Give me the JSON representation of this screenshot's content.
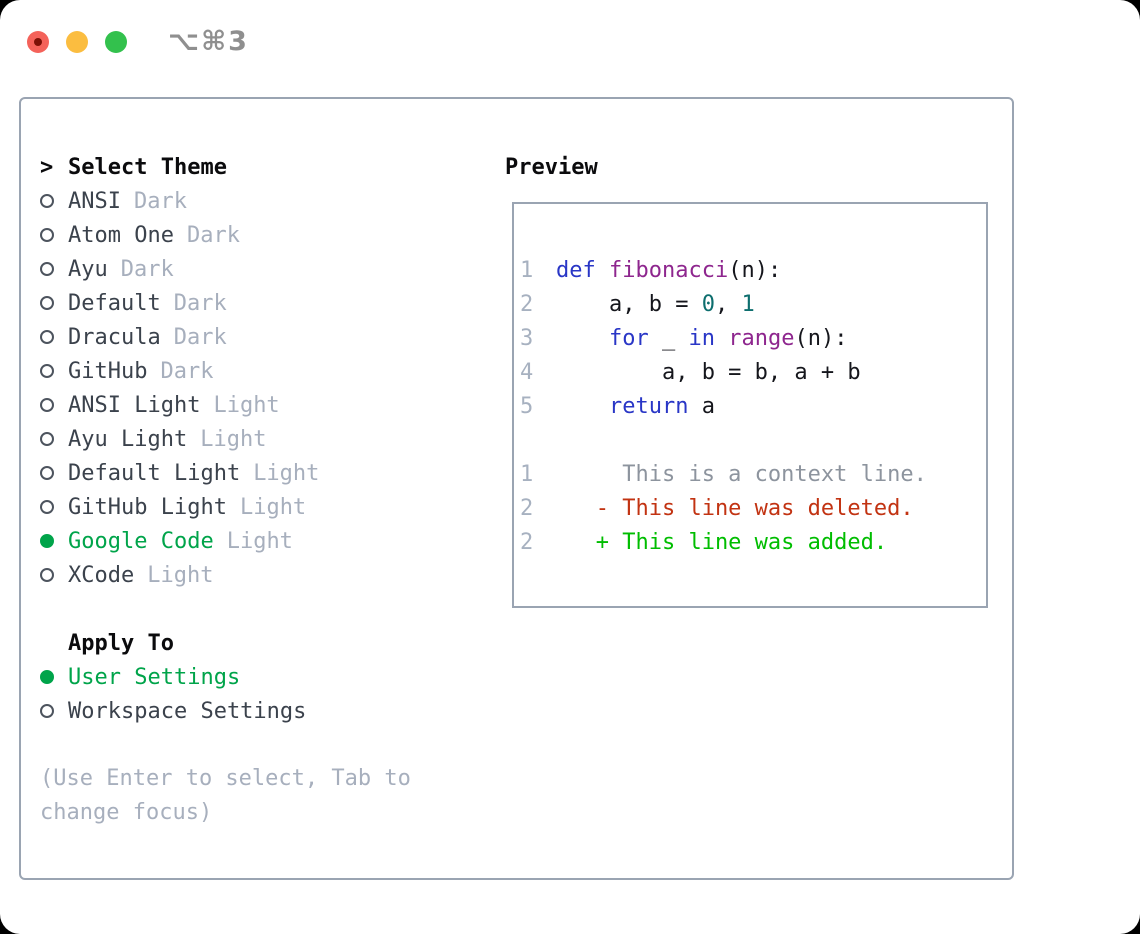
{
  "window": {
    "title": "⌥⌘3"
  },
  "colors": {
    "selected_green": "#00a44a",
    "diff_added": "#00bd00",
    "diff_removed": "#c23312",
    "keyword_blue": "#2936c6",
    "function_purple": "#8e268e",
    "number_teal": "#0d6e6e"
  },
  "theme_selector": {
    "header_prefix": ">",
    "header": "Select Theme",
    "items": [
      {
        "name": "ANSI",
        "variant": "Dark",
        "selected": false
      },
      {
        "name": "Atom One",
        "variant": "Dark",
        "selected": false
      },
      {
        "name": "Ayu",
        "variant": "Dark",
        "selected": false
      },
      {
        "name": "Default",
        "variant": "Dark",
        "selected": false
      },
      {
        "name": "Dracula",
        "variant": "Dark",
        "selected": false
      },
      {
        "name": "GitHub",
        "variant": "Dark",
        "selected": false
      },
      {
        "name": "ANSI Light",
        "variant": "Light",
        "selected": false
      },
      {
        "name": "Ayu Light",
        "variant": "Light",
        "selected": false
      },
      {
        "name": "Default Light",
        "variant": "Light",
        "selected": false
      },
      {
        "name": "GitHub Light",
        "variant": "Light",
        "selected": false
      },
      {
        "name": "Google Code",
        "variant": "Light",
        "selected": true
      },
      {
        "name": "XCode",
        "variant": "Light",
        "selected": false
      }
    ]
  },
  "apply_to": {
    "header": "Apply To",
    "options": [
      {
        "label": "User Settings",
        "selected": true
      },
      {
        "label": "Workspace Settings",
        "selected": false
      }
    ]
  },
  "help_text": "(Use Enter to select, Tab to change focus)",
  "preview": {
    "header": "Preview",
    "code_lines": [
      {
        "num": "1",
        "tokens": [
          {
            "t": "def",
            "c": "kw"
          },
          {
            "t": " ",
            "c": "pl"
          },
          {
            "t": "fibonacci",
            "c": "fn"
          },
          {
            "t": "(n):",
            "c": "pl"
          }
        ]
      },
      {
        "num": "2",
        "tokens": [
          {
            "t": "    a, b = ",
            "c": "pl"
          },
          {
            "t": "0",
            "c": "num"
          },
          {
            "t": ", ",
            "c": "pl"
          },
          {
            "t": "1",
            "c": "num"
          }
        ]
      },
      {
        "num": "3",
        "tokens": [
          {
            "t": "    ",
            "c": "pl"
          },
          {
            "t": "for",
            "c": "kw"
          },
          {
            "t": " _ ",
            "c": "pl"
          },
          {
            "t": "in",
            "c": "kw"
          },
          {
            "t": " ",
            "c": "pl"
          },
          {
            "t": "range",
            "c": "fn"
          },
          {
            "t": "(n):",
            "c": "pl"
          }
        ]
      },
      {
        "num": "4",
        "tokens": [
          {
            "t": "        a, b = b, a + b",
            "c": "pl"
          }
        ]
      },
      {
        "num": "5",
        "tokens": [
          {
            "t": "    ",
            "c": "pl"
          },
          {
            "t": "return",
            "c": "kw"
          },
          {
            "t": " a",
            "c": "pl"
          }
        ]
      }
    ],
    "diff_lines": [
      {
        "num": "1",
        "text": "     This is a context line.",
        "type": "context"
      },
      {
        "num": "2",
        "text": "   - This line was deleted.",
        "type": "deleted"
      },
      {
        "num": "2",
        "text": "   + This line was added.",
        "type": "added"
      }
    ]
  }
}
